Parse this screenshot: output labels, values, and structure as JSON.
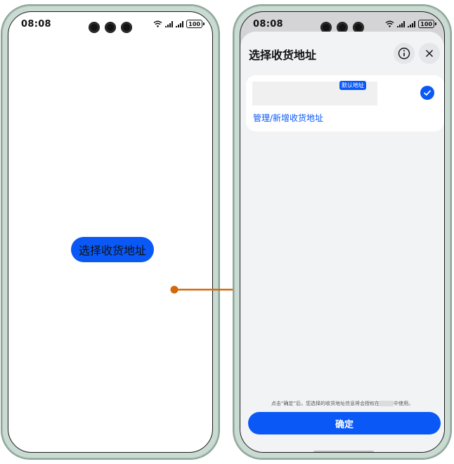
{
  "left_phone": {
    "status_time": "08:08",
    "battery": "100",
    "trigger_button_label": "选择收货地址"
  },
  "right_phone": {
    "status_time": "08:08",
    "battery": "100",
    "sheet": {
      "title": "选择收货地址",
      "default_badge": "默认地址",
      "manage_link": "管理/新增收货地址",
      "consent_prefix": "点击“确定”后，您选择的收货地址信息将会授权在",
      "consent_suffix": "中使用。",
      "confirm_label": "确定"
    }
  },
  "colors": {
    "accent": "#0a59f7",
    "arrow": "#d2690a",
    "sheet_background": "#f1f3f5"
  }
}
